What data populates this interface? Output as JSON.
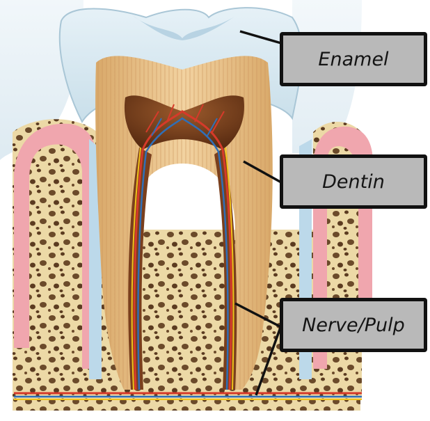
{
  "labels": {
    "enamel": "Enamel",
    "dentin": "Dentin",
    "nerve_pulp": "Nerve/Pulp"
  },
  "colors": {
    "label_fill": "#b9b9b9",
    "label_border": "#111111",
    "enamel": "#dcecf4",
    "dentin": "#e9c591",
    "pulp": "#6e3b1c",
    "bone": "#ead8a8",
    "gum": "#f0a6ae",
    "artery": "#d63a2a",
    "vein": "#2f6fb8",
    "nerve": "#f2c21a"
  }
}
